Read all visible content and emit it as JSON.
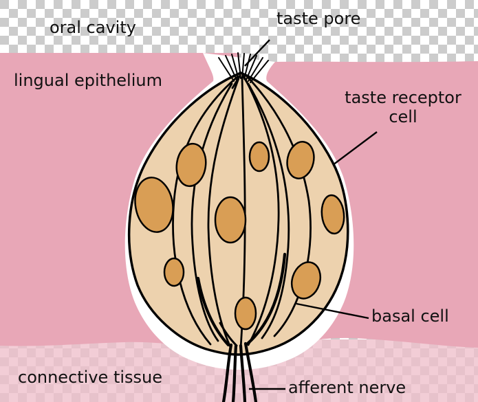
{
  "labels": {
    "oral_cavity": "oral cavity",
    "taste_pore": "taste pore",
    "lingual_epithelium": "lingual epithelium",
    "taste_receptor_cell": "taste receptor cell",
    "basal_cell": "basal cell",
    "connective_tissue": "connective tissue",
    "afferent_nerve": "afferent nerve"
  },
  "colors": {
    "checker_light": "#ffffff",
    "checker_dark": "#cccccc",
    "epithelium_pink": "#e8a7b7",
    "connective_pink": "#eebfca",
    "cavity_white": "#ffffff",
    "bud_fill": "#edd2ae",
    "nucleus_fill": "#d99e55",
    "outline": "#000000",
    "label_text": "#111111"
  }
}
